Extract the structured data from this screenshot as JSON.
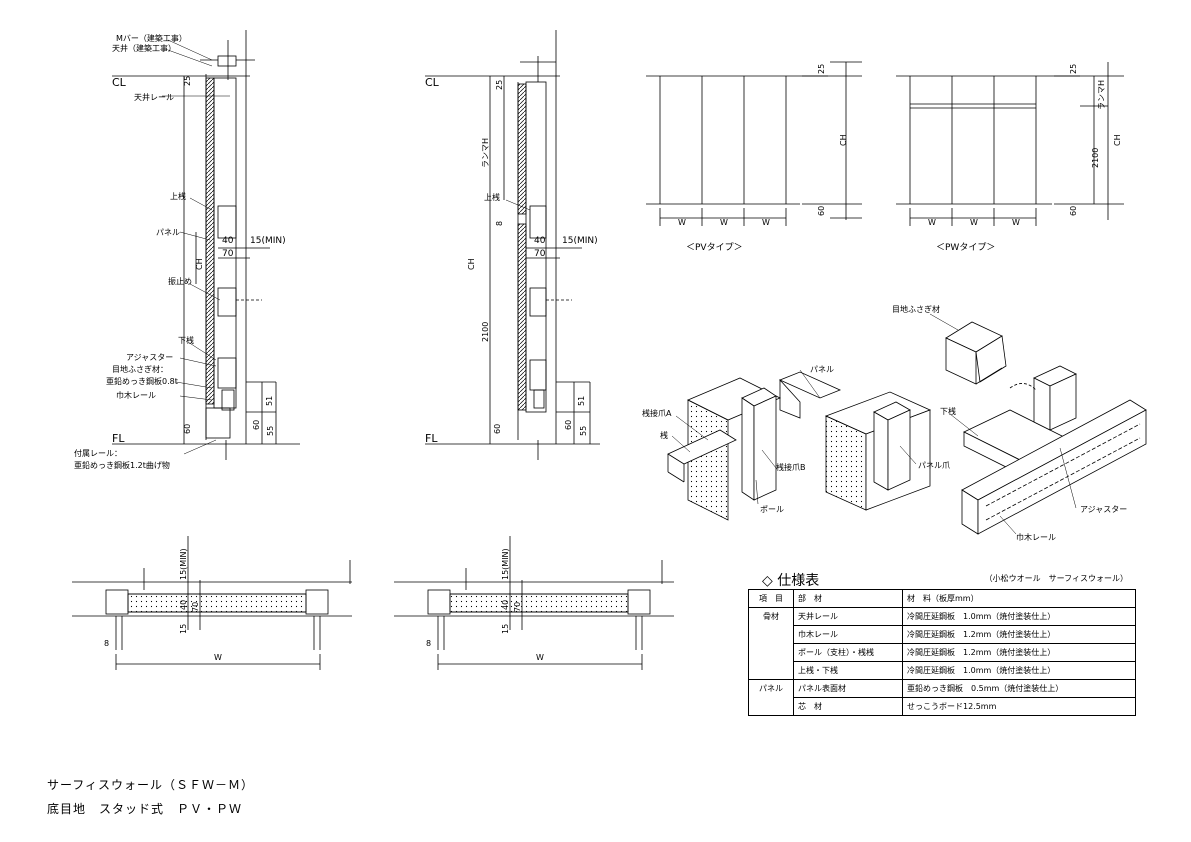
{
  "section_left": {
    "labels": {
      "m_bar": "Mバー（建築工事）",
      "ceiling": "天井（建築工事）",
      "cl": "CL",
      "ceiling_rail": "天井レール",
      "upper_rail": "上桟",
      "panel": "パネル",
      "ch": "CH",
      "stopper": "振止め",
      "lower_rail": "下桟",
      "adjuster": "アジャスター",
      "cover_1": "目地ふさぎ材：",
      "cover_2": "亜鉛めっき鋼板0.8t",
      "baseboard_rail": "巾木レール",
      "fl": "FL",
      "floor_rail_1": "付属レール：",
      "floor_rail_2": "亜鉛めっき鋼板1.2t曲げ物"
    },
    "dims": {
      "d25": "25",
      "d40": "40",
      "d15min": "15(MIN)",
      "d70": "70",
      "d51": "51",
      "d60": "60",
      "d55": "55",
      "d60b": "60"
    }
  },
  "section_right": {
    "labels": {
      "cl": "CL",
      "ranma_h": "ランマH",
      "ch": "CH",
      "upper_rail": "上桟",
      "fl": "FL"
    },
    "dims": {
      "d25": "25",
      "d8": "8",
      "d40": "40",
      "d15min": "15(MIN)",
      "d70": "70",
      "d2100": "2100",
      "d51": "51",
      "d60": "60",
      "d55": "55",
      "d60b": "60"
    }
  },
  "pv_elevation": {
    "caption": "＜PVタイプ＞",
    "w1": "W",
    "w2": "W",
    "w3": "W",
    "d25": "25",
    "ch": "CH",
    "d60": "60"
  },
  "pw_elevation": {
    "caption": "＜PWタイプ＞",
    "w1": "W",
    "w2": "W",
    "w3": "W",
    "d25": "25",
    "d2100": "2100",
    "ranma_h": "ランマH",
    "ch": "CH",
    "d60": "60"
  },
  "plan_left": {
    "d15min": "15(MIN)",
    "d40": "40",
    "d70": "70",
    "d15": "15",
    "d8": "8",
    "w": "W"
  },
  "plan_right": {
    "d15min": "15(MIN)",
    "d40": "40",
    "d70": "70",
    "d15": "15",
    "d8": "8",
    "w": "W"
  },
  "isometric": {
    "labels": {
      "cover": "目地ふさぎ材",
      "panel": "パネル",
      "joint_claw_a": "桟接爪A",
      "rail": "桟",
      "joint_claw_b": "桟接爪B",
      "pole": "ポール",
      "panel_claw": "パネル爪",
      "lower_rail": "下桟",
      "adjuster": "アジャスター",
      "baseboard_rail": "巾木レール"
    }
  },
  "spec_table": {
    "title": "◇ 仕様表",
    "subtitle": "（小松ウオール　サーフィスウォール）",
    "header": {
      "item": "項　目",
      "part": "部　材",
      "material": "材　料（板厚mm）"
    },
    "rows": [
      {
        "group": "骨材",
        "part": "天井レール",
        "material": "冷間圧延鋼板　1.0mm（焼付塗装仕上）"
      },
      {
        "group": "",
        "part": "巾木レール",
        "material": "冷間圧延鋼板　1.2mm（焼付塗装仕上）"
      },
      {
        "group": "",
        "part": "ポール（支柱）・桟桟",
        "material": "冷間圧延鋼板　1.2mm（焼付塗装仕上）"
      },
      {
        "group": "",
        "part": "上桟・下桟",
        "material": "冷間圧延鋼板　1.0mm（焼付塗装仕上）"
      },
      {
        "group": "パネル",
        "part": "パネル表面材",
        "material": "亜鉛めっき鋼板　0.5mm（焼付塗装仕上）"
      },
      {
        "group": "",
        "part": "芯　材",
        "material": "せっこうボード12.5mm"
      }
    ]
  },
  "footer": {
    "line1": "サーフィスウォール（ＳＦＷ－Ｍ）",
    "line2": "底目地　スタッド式　ＰＶ・ＰＷ"
  }
}
